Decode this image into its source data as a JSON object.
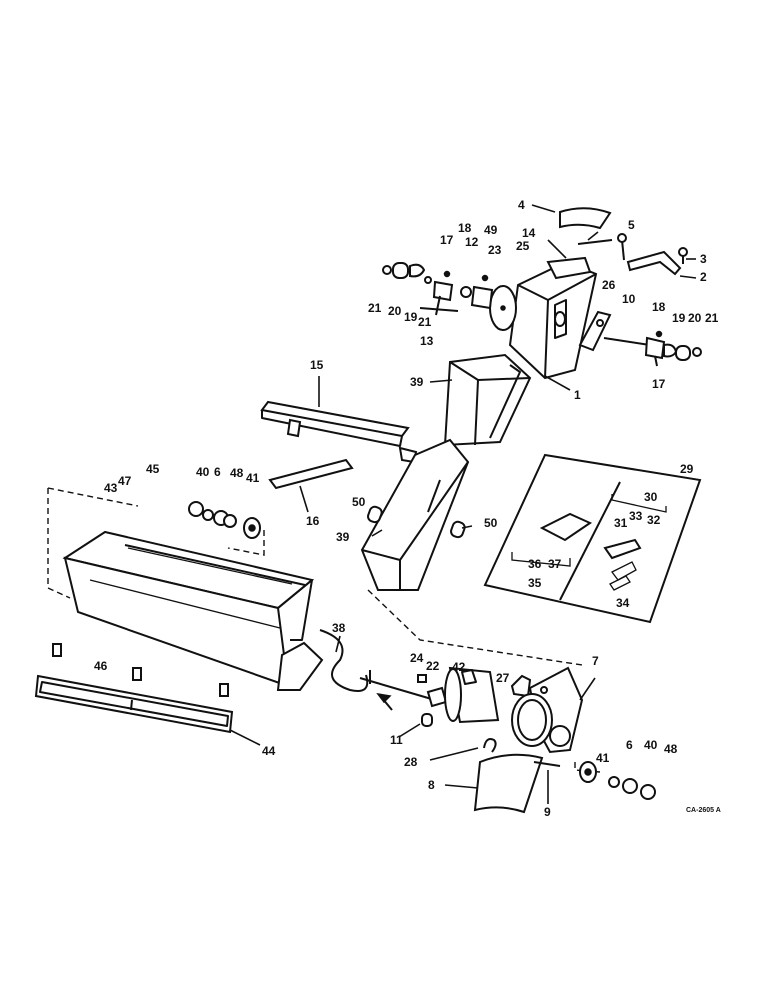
{
  "drawing": {
    "reference_code": "CA-2605 A",
    "callouts": [
      {
        "id": "c1",
        "label": "1"
      },
      {
        "id": "c2",
        "label": "2"
      },
      {
        "id": "c3",
        "label": "3"
      },
      {
        "id": "c4",
        "label": "4"
      },
      {
        "id": "c5",
        "label": "5"
      },
      {
        "id": "c6a",
        "label": "6"
      },
      {
        "id": "c6b",
        "label": "6"
      },
      {
        "id": "c7",
        "label": "7"
      },
      {
        "id": "c8",
        "label": "8"
      },
      {
        "id": "c9",
        "label": "9"
      },
      {
        "id": "c10",
        "label": "10"
      },
      {
        "id": "c11",
        "label": "11"
      },
      {
        "id": "c12",
        "label": "12"
      },
      {
        "id": "c13",
        "label": "13"
      },
      {
        "id": "c14",
        "label": "14"
      },
      {
        "id": "c15",
        "label": "15"
      },
      {
        "id": "c16",
        "label": "16"
      },
      {
        "id": "c17a",
        "label": "17"
      },
      {
        "id": "c17b",
        "label": "17"
      },
      {
        "id": "c18a",
        "label": "18"
      },
      {
        "id": "c18b",
        "label": "18"
      },
      {
        "id": "c19a",
        "label": "19"
      },
      {
        "id": "c19b",
        "label": "19"
      },
      {
        "id": "c20a",
        "label": "20"
      },
      {
        "id": "c20b",
        "label": "20"
      },
      {
        "id": "c21a",
        "label": "21"
      },
      {
        "id": "c21b",
        "label": "21"
      },
      {
        "id": "c21c",
        "label": "21"
      },
      {
        "id": "c22",
        "label": "22"
      },
      {
        "id": "c23",
        "label": "23"
      },
      {
        "id": "c24",
        "label": "24"
      },
      {
        "id": "c25",
        "label": "25"
      },
      {
        "id": "c26",
        "label": "26"
      },
      {
        "id": "c27",
        "label": "27"
      },
      {
        "id": "c28",
        "label": "28"
      },
      {
        "id": "c29",
        "label": "29"
      },
      {
        "id": "c30",
        "label": "30"
      },
      {
        "id": "c31",
        "label": "31"
      },
      {
        "id": "c32",
        "label": "32"
      },
      {
        "id": "c33",
        "label": "33"
      },
      {
        "id": "c34",
        "label": "34"
      },
      {
        "id": "c35",
        "label": "35"
      },
      {
        "id": "c36",
        "label": "36"
      },
      {
        "id": "c37",
        "label": "37"
      },
      {
        "id": "c38",
        "label": "38"
      },
      {
        "id": "c39a",
        "label": "39"
      },
      {
        "id": "c39b",
        "label": "39"
      },
      {
        "id": "c40a",
        "label": "40"
      },
      {
        "id": "c40b",
        "label": "40"
      },
      {
        "id": "c41a",
        "label": "41"
      },
      {
        "id": "c41b",
        "label": "41"
      },
      {
        "id": "c42",
        "label": "42"
      },
      {
        "id": "c43",
        "label": "43"
      },
      {
        "id": "c44",
        "label": "44"
      },
      {
        "id": "c45",
        "label": "45"
      },
      {
        "id": "c46",
        "label": "46"
      },
      {
        "id": "c47",
        "label": "47"
      },
      {
        "id": "c48a",
        "label": "48"
      },
      {
        "id": "c48b",
        "label": "48"
      },
      {
        "id": "c49",
        "label": "49"
      },
      {
        "id": "c50a",
        "label": "50"
      },
      {
        "id": "c50b",
        "label": "50"
      }
    ]
  }
}
